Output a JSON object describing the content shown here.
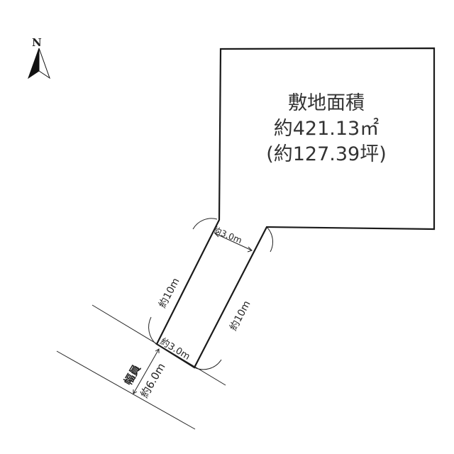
{
  "compass": {
    "north_label": "N"
  },
  "lot": {
    "area_title": "敷地面積",
    "area_sqm": "約421.13㎡",
    "area_tsubo": "(約127.39坪)"
  },
  "dimensions": {
    "frontage_top": "約3.0m",
    "frontage_bottom": "約3.0m",
    "pole_left_length": "約10m",
    "pole_right_length": "約10m"
  },
  "road": {
    "label": "幅員",
    "width": "約6.0m"
  },
  "colors": {
    "line": "#1a1a1a",
    "background": "#ffffff"
  }
}
